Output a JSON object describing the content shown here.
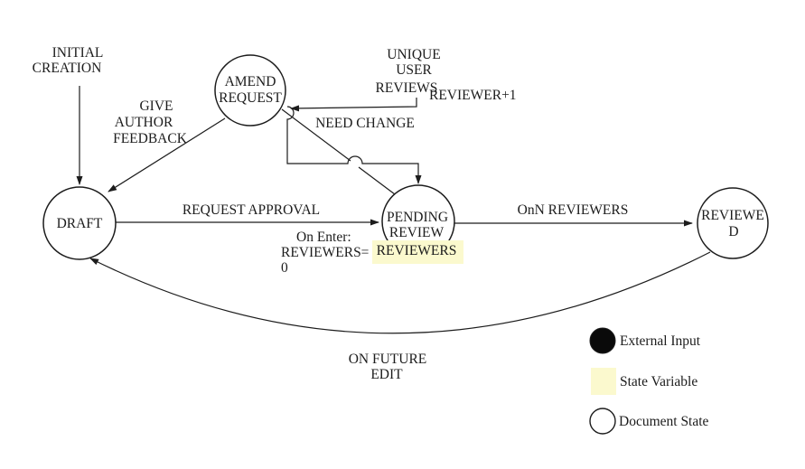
{
  "diagram": {
    "nodes": {
      "draft": {
        "label": "DRAFT"
      },
      "amend_request": {
        "line1": "AMEND",
        "line2": "REQUEST"
      },
      "pending_review": {
        "line1": "PENDING",
        "line2": "REVIEW"
      },
      "reviewed": {
        "line1": "REVIEWE",
        "line2": "D"
      }
    },
    "labels": {
      "initial_creation_1": "INITIAL",
      "initial_creation_2": "CREATION",
      "give_author_feedback_1": "GIVE",
      "give_author_feedback_2": "AUTHOR",
      "give_author_feedback_3": "FEEDBACK",
      "request_approval": "REQUEST APPROVAL",
      "need_change": "NEED CHANGE",
      "unique_user_reviews_1": "UNIQUE",
      "unique_user_reviews_2": "USER",
      "unique_user_reviews_3": "REVIEWS",
      "reviewer_increment": "REVIEWER+1",
      "onn_reviewers": "OnN REVIEWERS",
      "on_enter_1": "On Enter:",
      "on_enter_2": "REVIEWERS=",
      "on_enter_3": "0",
      "on_future_edit_1": "ON FUTURE",
      "on_future_edit_2": "EDIT"
    },
    "state_variable_label": "REVIEWERS",
    "legend": {
      "external_input": "External Input",
      "state_variable": "State Variable",
      "document_state": "Document State"
    },
    "colors": {
      "line_color": "#1c1c1c",
      "text_color": "#1c1c1c",
      "state_variable_fill": "#FBF9CE",
      "external_input_fill": "#0a0a0a",
      "node_fill": "#ffffff",
      "background": "#ffffff"
    }
  }
}
